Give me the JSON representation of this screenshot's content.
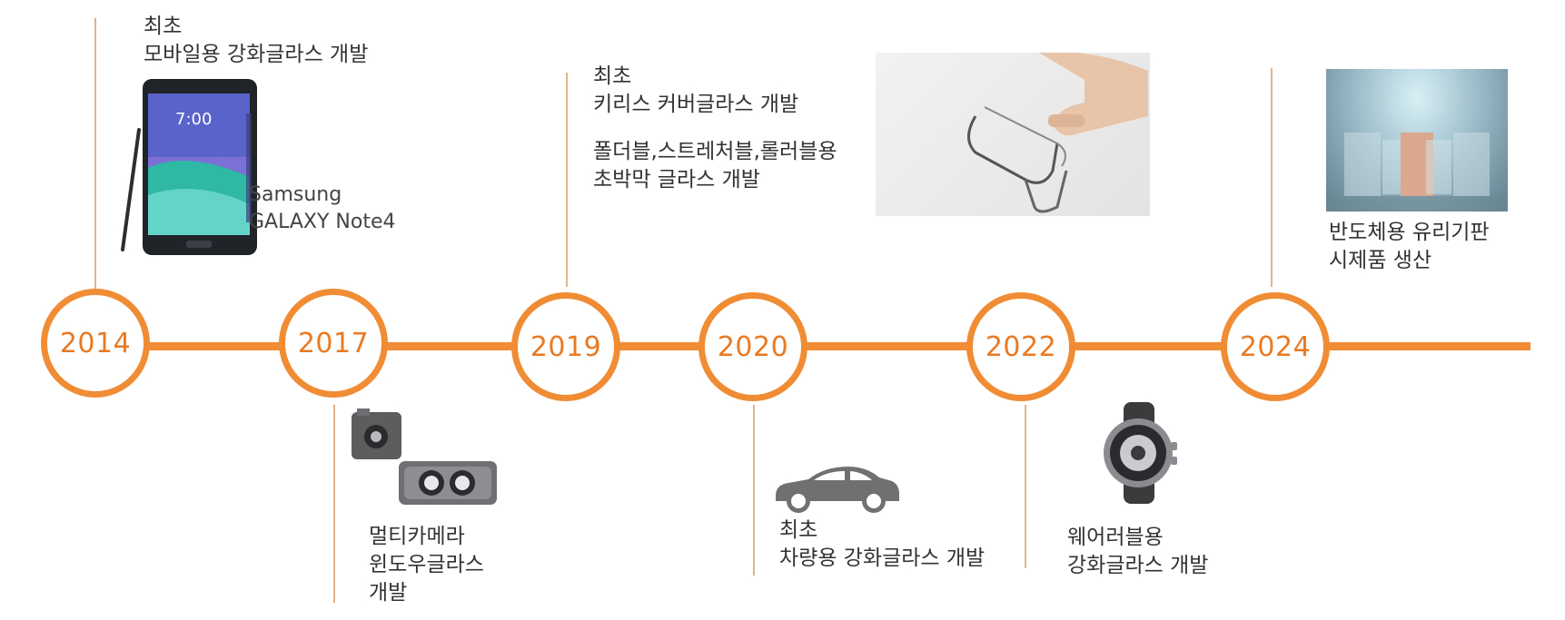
{
  "accent_color": "#F08C34",
  "milestones": [
    {
      "year": "2014",
      "lines": [
        "최초",
        "모바일용 강화글라스 개발"
      ],
      "image_caption": [
        "Samsung",
        "GALAXY Note4"
      ]
    },
    {
      "year": "2017",
      "lines": [
        "멀티카메라",
        "윈도우글라스",
        "개발"
      ]
    },
    {
      "year": "2019",
      "lines": [
        "최초",
        "키리스 커버글라스 개발",
        "폴더블,스트레처블,롤러블용",
        "초박막 글라스 개발"
      ]
    },
    {
      "year": "2020",
      "lines": [
        "최초",
        "차량용 강화글라스 개발"
      ]
    },
    {
      "year": "2022",
      "lines": [
        "웨어러블용",
        "강화글라스 개발"
      ]
    },
    {
      "year": "2024",
      "lines": [
        "반도체용 유리기판",
        "시제품 생산"
      ]
    }
  ],
  "icons": {
    "phone": "smartphone-icon",
    "camera": "camera-window-icon",
    "glass": "flexible-glass-photo",
    "car": "car-icon",
    "watch": "smartwatch-icon",
    "substrate": "glass-substrate-photo"
  }
}
